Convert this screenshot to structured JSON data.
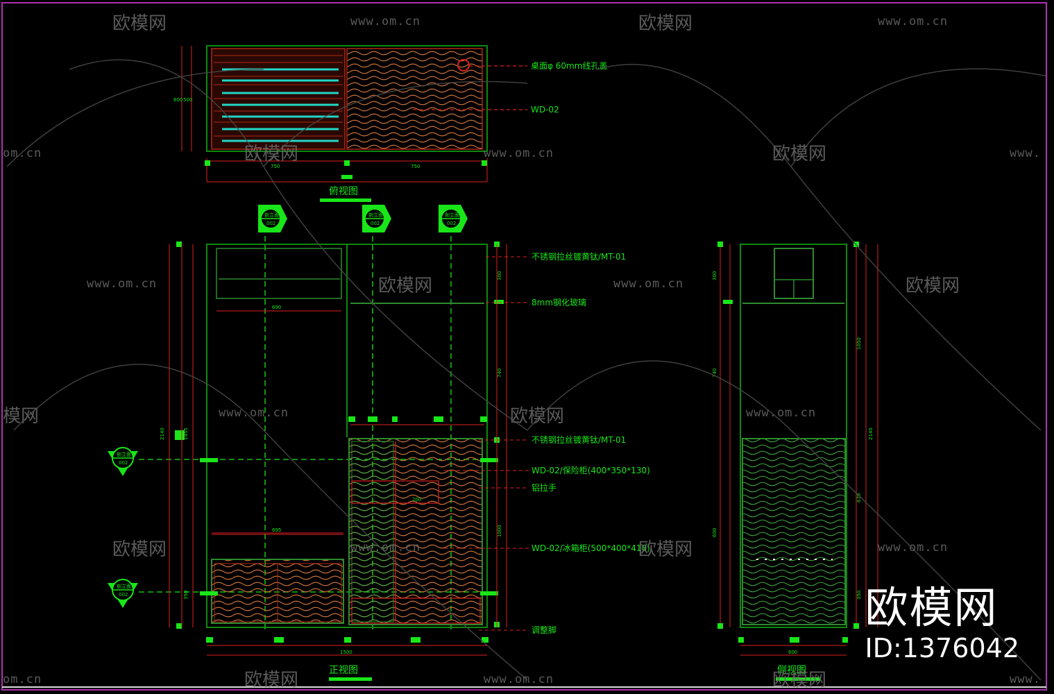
{
  "colors": {
    "background": "#000000",
    "line_green": "#19e619",
    "frame_green": "#0d8a0d",
    "wood_red": "#b02818",
    "wave_orange": "#c8703a",
    "shelf_cyan": "#22d6c6",
    "border_magenta": "#b030b0",
    "watermark_gray": "#6a6a6a"
  },
  "top_view": {
    "title": "俯视图",
    "annotations": [
      "桌面φ 60mm线孔盖",
      "WD-02"
    ],
    "dims": {
      "left_width": "750",
      "right_width": "750",
      "height_outer": "600",
      "height_inner": "500"
    }
  },
  "section_markers": [
    {
      "top": "剖立面",
      "bottom": "002"
    },
    {
      "top": "剖立面",
      "bottom": "002"
    },
    {
      "top": "剖立面",
      "bottom": "002"
    },
    {
      "top": "剖立面",
      "bottom": "002"
    },
    {
      "top": "剖立面",
      "bottom": "002"
    }
  ],
  "front_view": {
    "title": "正视图",
    "annotations": [
      "不锈钢拉丝镀黄钛/MT-01",
      "8mm钢化玻璃",
      "不锈钢拉丝镀黄钛/MT-01",
      "WD-02/保险柜(400*350*130)",
      "铝拉手",
      "WD-02/冰箱柜(500*400*410)",
      "调整脚"
    ],
    "dims": {
      "total_height": "2140",
      "upper_height": "1455",
      "bottom_height": "350",
      "right_upper": "300",
      "right_mid": "740",
      "right_low": "1000",
      "shelf_width": "690",
      "desk_width": "695",
      "total_width": "1500",
      "inner_label": "200"
    }
  },
  "side_view": {
    "title": "侧视图",
    "dims": {
      "top": "300",
      "mid": "740",
      "right_top": "1050",
      "right_mid": "670",
      "right_low": "350",
      "total": "2140",
      "low": "600",
      "width": "600"
    }
  },
  "watermark": {
    "brand": "欧模网",
    "url": "www.om.cn",
    "url_fragment_left": "om.cn",
    "url_fragment_right": "www.",
    "brand_fragment": "模网"
  },
  "branding": {
    "name": "欧模网",
    "id": "ID:1376042"
  }
}
